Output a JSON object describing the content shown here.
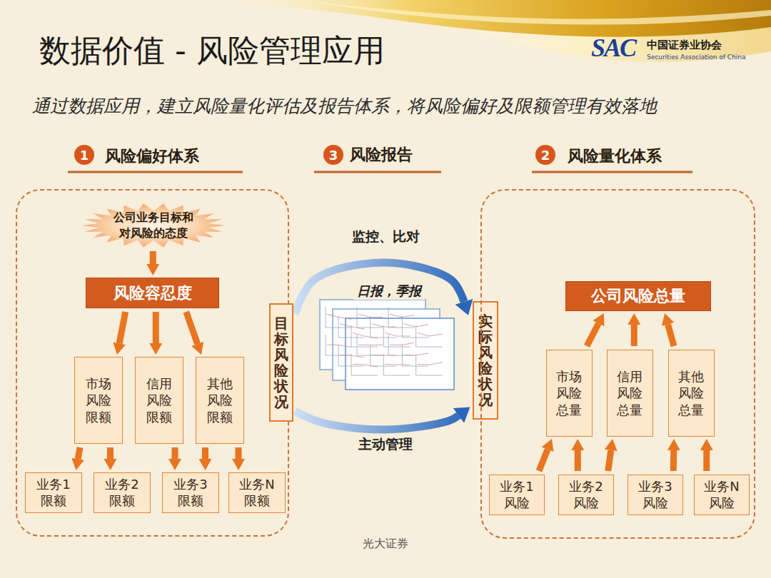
{
  "diagram": {
    "title": "数据价值 - 风险管理应用",
    "nodes": [
      {
        "text": [
          "风险偏好体系"
        ]
      },
      {
        "text": [
          "公司业务目标和 对风险的态度"
        ],
        "in": 0
      },
      {
        "text": [
          "风险容忍度"
        ],
        "in": 0
      },
      {
        "text": [
          "市场 风险 限额"
        ],
        "in": 0
      },
      {
        "text": [
          "信用 风险 限额"
        ],
        "in": 0
      },
      {
        "text": [
          "其他 风险 限额"
        ],
        "in": 0
      },
      {
        "text": [
          "业务1 限额"
        ],
        "in": 0
      },
      {
        "text": [
          "业务2 限额"
        ],
        "in": 0
      },
      {
        "text": [
          "业务3 限额"
        ],
        "in": 0
      },
      {
        "text": [
          "业务N 限额"
        ],
        "in": 0
      },
      {
        "text": [
          "目标风险状况"
        ]
      },
      {
        "text": [
          "日报，季报"
        ]
      },
      {
        "text": [
          "实际风险状况"
        ]
      },
      {
        "text": [
          "风险量化体系"
        ]
      },
      {
        "text": [
          "公司风险总量"
        ],
        "in": 13
      },
      {
        "text": [
          "市场 风险 总量"
        ],
        "in": 13
      },
      {
        "text": [
          "信用 风险 总量"
        ],
        "in": 13
      },
      {
        "text": [
          "其他 风险 总量"
        ],
        "in": 13
      },
      {
        "text": [
          "业务1 风险"
        ],
        "in": 13
      },
      {
        "text": [
          "业务2 风险"
        ],
        "in": 13
      },
      {
        "text": [
          "业务3 风险"
        ],
        "in": 13
      },
      {
        "text": [
          "业务N 风险"
        ],
        "in": 13
      }
    ],
    "edges": [
      {
        "from": 1,
        "to": 2,
        "arrow": "to"
      },
      {
        "from": 2,
        "to": 3,
        "arrow": "to"
      },
      {
        "from": 2,
        "to": 4,
        "arrow": "to"
      },
      {
        "from": 2,
        "to": 5,
        "arrow": "to"
      },
      {
        "from": 3,
        "to": 6,
        "arrow": "to"
      },
      {
        "from": 3,
        "to": 7,
        "arrow": "to"
      },
      {
        "from": 4,
        "to": 8,
        "arrow": "to"
      },
      {
        "from": 5,
        "to": 8,
        "arrow": "to"
      },
      {
        "from": 5,
        "to": 9,
        "arrow": "to"
      },
      {
        "from": 18,
        "to": 15,
        "arrow": "to"
      },
      {
        "from": 19,
        "to": 15,
        "arrow": "to"
      },
      {
        "from": 19,
        "to": 16,
        "arrow": "to"
      },
      {
        "from": 20,
        "to": 17,
        "arrow": "to"
      },
      {
        "from": 21,
        "to": 17,
        "arrow": "to"
      },
      {
        "from": 15,
        "to": 14,
        "arrow": "to"
      },
      {
        "from": 16,
        "to": 14,
        "arrow": "to"
      },
      {
        "from": 17,
        "to": 14,
        "arrow": "to"
      },
      {
        "from": 10,
        "to": 12,
        "label": "监控、比对",
        "arrow": "to"
      },
      {
        "from": 10,
        "to": 12,
        "label": "主动管理",
        "arrow": "to"
      }
    ],
    "labels": [
      "SAC",
      "中国证券业协会",
      "Securities Association of China",
      "通过数据应用，建立风险量化评估及报告体系，将风险偏好及限额管理有效落地",
      "1",
      "3",
      "风险报告",
      "2",
      "光大证券"
    ]
  }
}
